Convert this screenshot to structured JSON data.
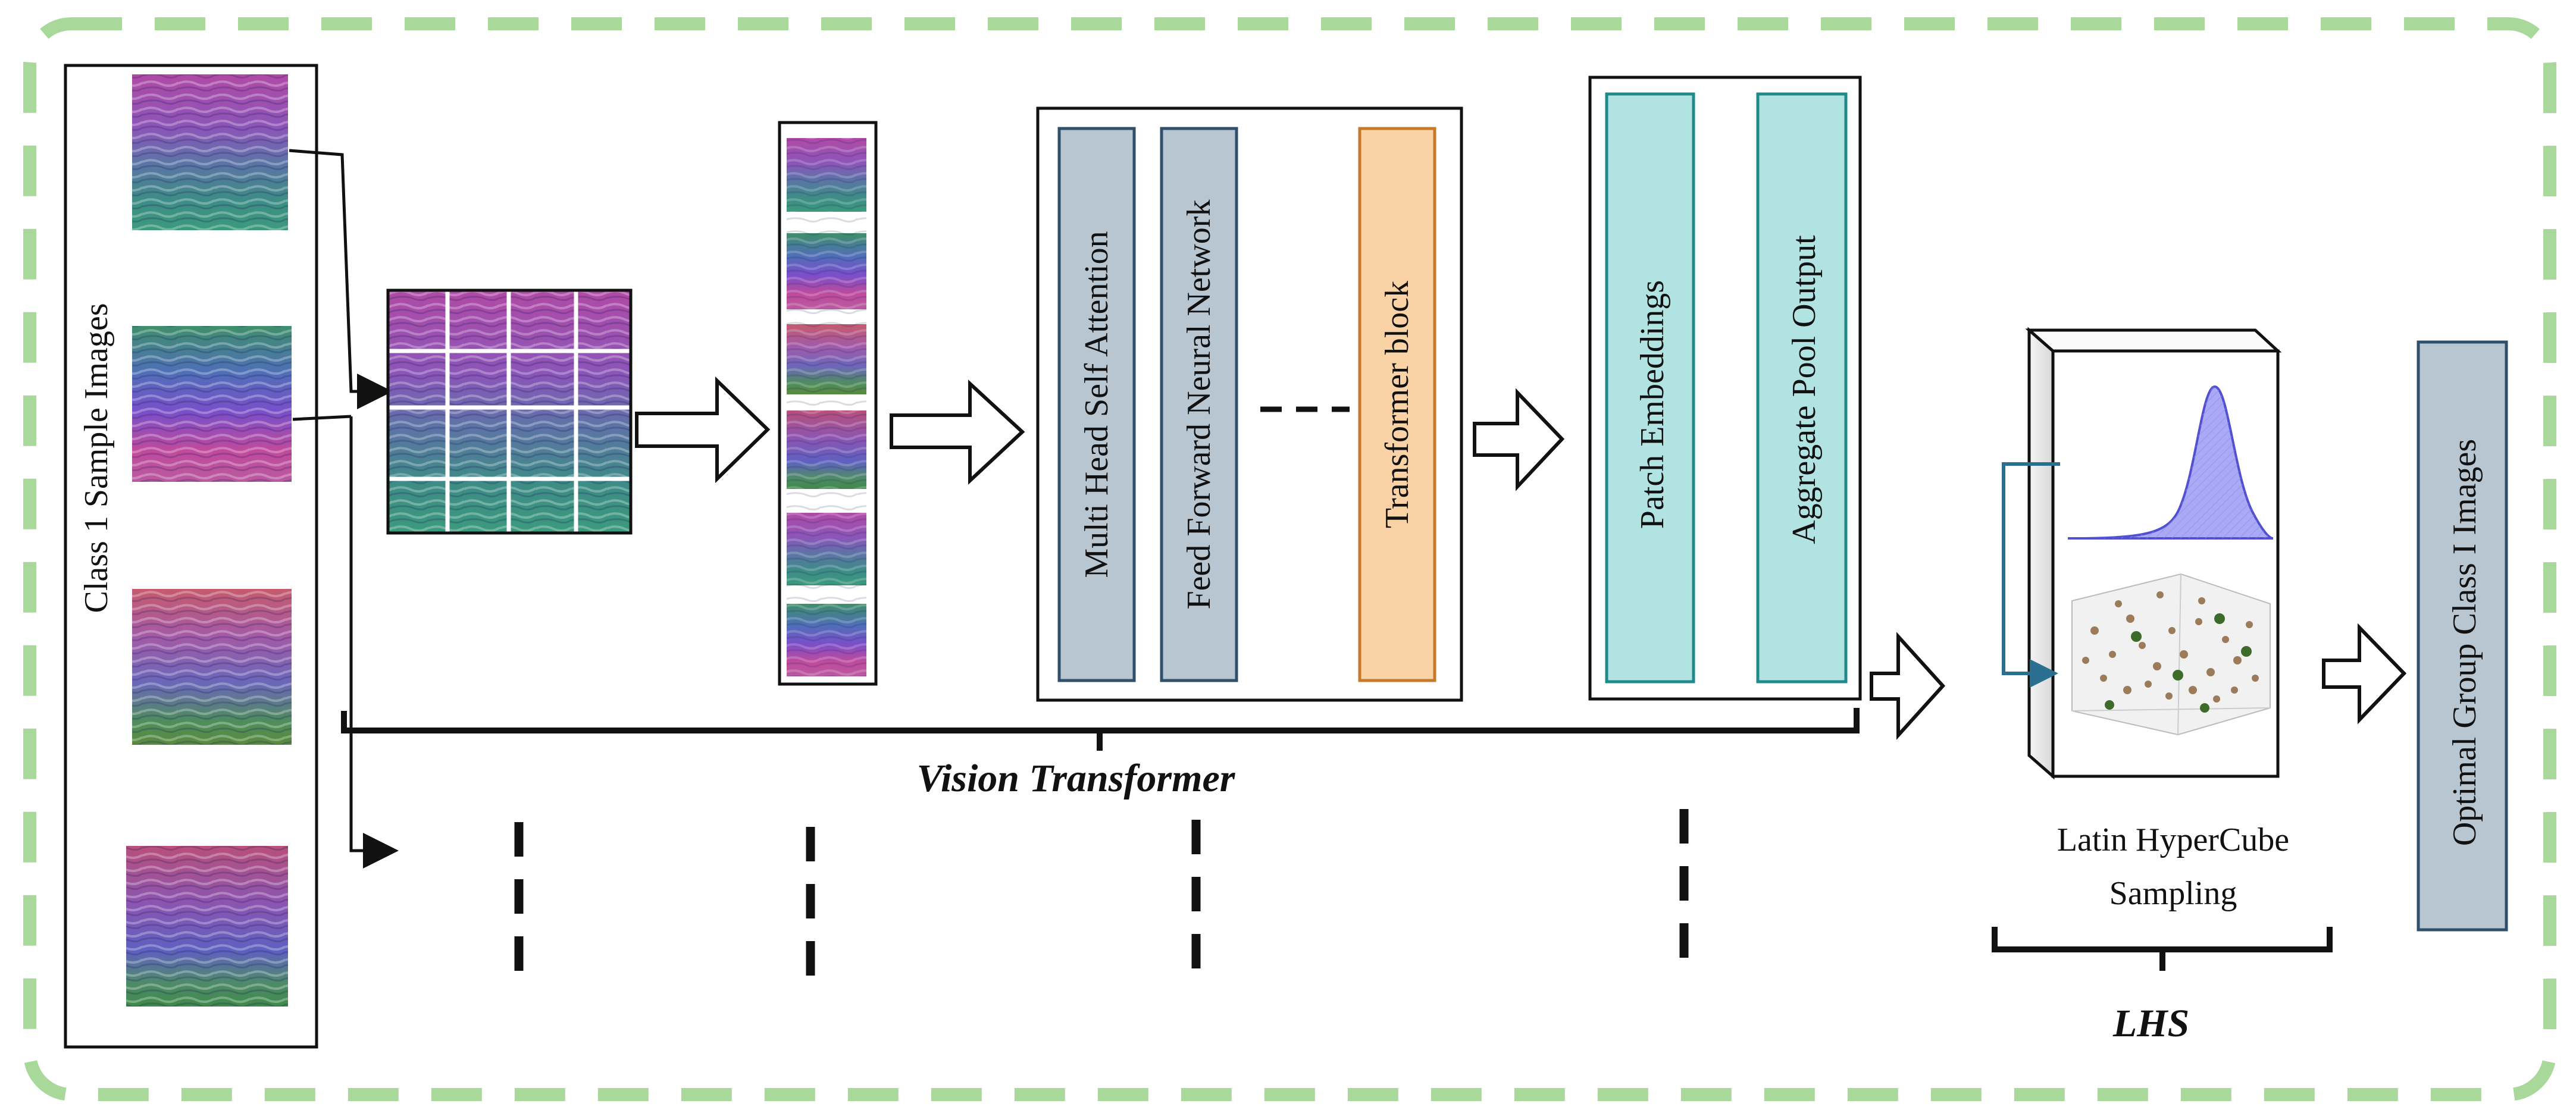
{
  "labels": {
    "class_sample_images": "Class 1 Sample Images",
    "multi_head": "Multi Head Self Attention",
    "feed_forward": "Feed Forward Neural Network",
    "transformer_block": "Transformer block",
    "patch_embeddings": "Patch Embeddings",
    "aggregate_pool": "Aggregate Pool Output",
    "vision_transformer": "Vision Transformer",
    "lhs_line1": "Latin HyperCube",
    "lhs_line2": "Sampling",
    "lhs": "LHS",
    "optimal_group": "Optimal Group Class I Images"
  },
  "colors": {
    "frame_dashed": "#a8d99a",
    "gray_blue_block": "#b8c6d1",
    "gray_blue_border": "#2f4f6a",
    "orange_block": "#f9d3a6",
    "orange_border": "#c87a2b",
    "cyan_block": "#b2e3e3",
    "cyan_border": "#1f8a8a",
    "gaussian_fill": "#a9a9f5",
    "gaussian_stroke": "#5050d0",
    "feedback_arrow": "#2a6f8f"
  },
  "icons": [
    "right-block-arrow-icon",
    "right-arrow-icon"
  ]
}
